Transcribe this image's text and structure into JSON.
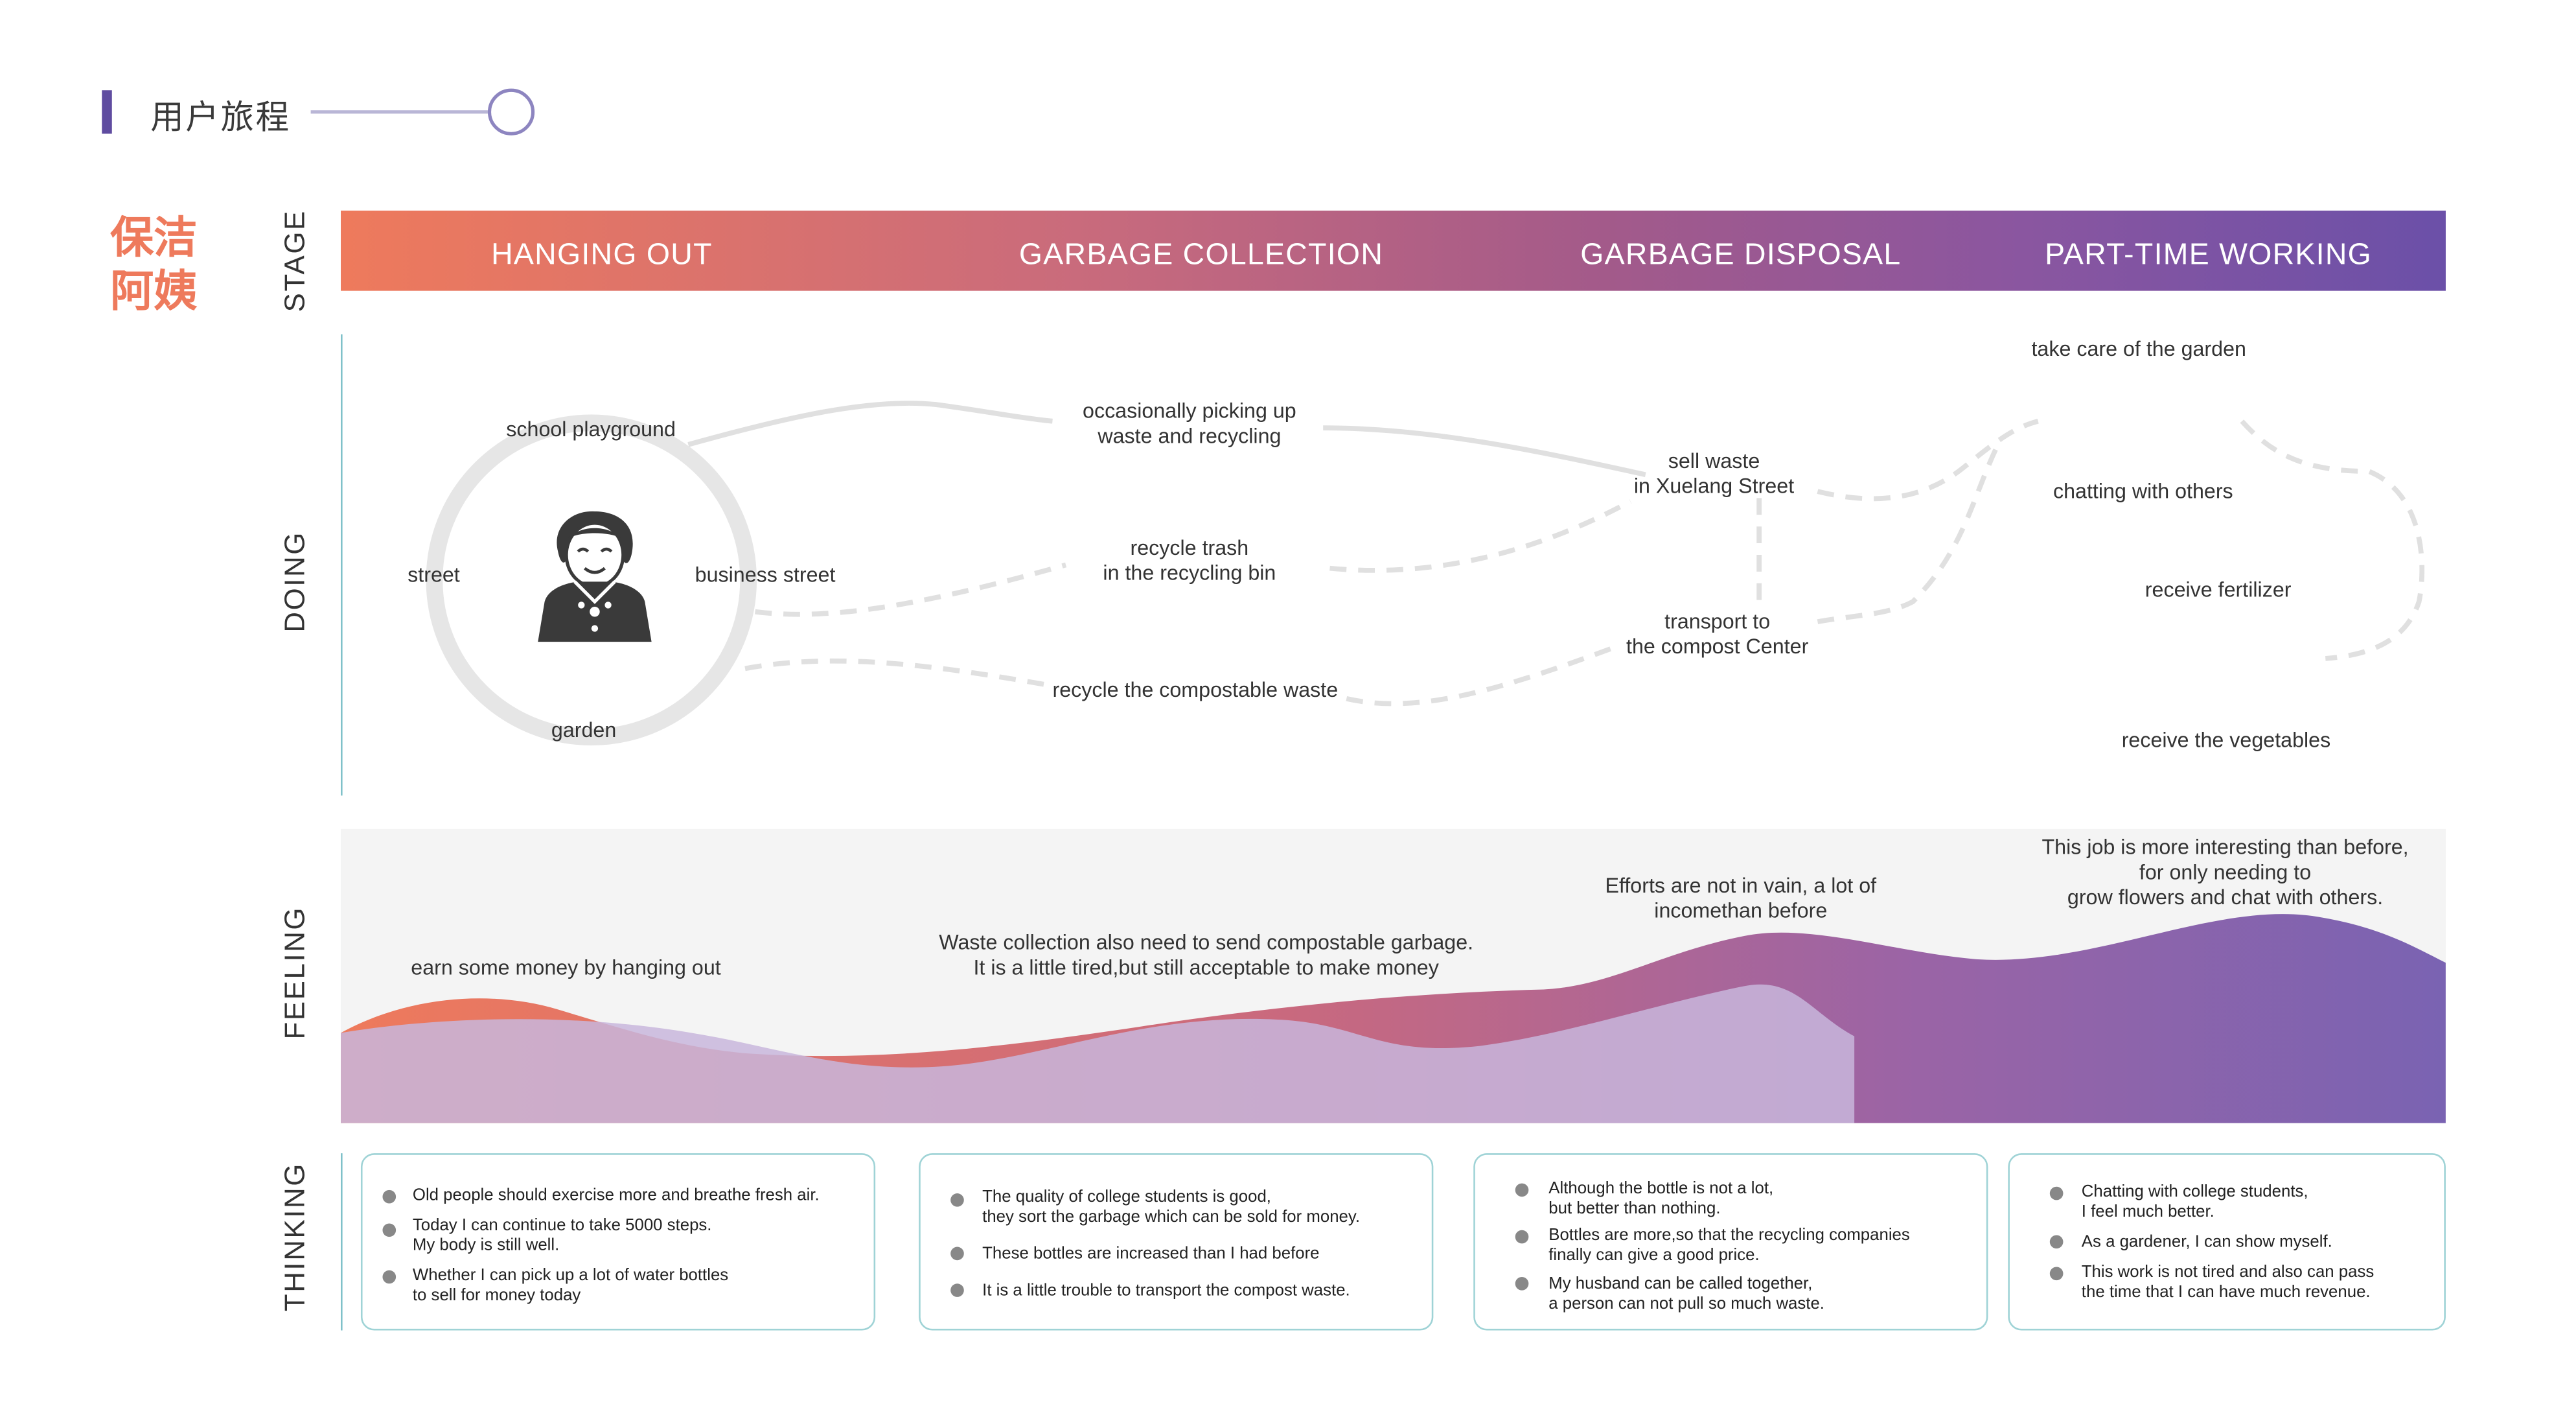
{
  "header": {
    "title": "用户旅程"
  },
  "persona": {
    "name": "保洁阿姨"
  },
  "rows": {
    "stage": "STAGE",
    "doing": "DOING",
    "feeling": "FEELING",
    "thinking": "THINKING"
  },
  "stages": [
    "HANGING OUT",
    "GARBAGE COLLECTION",
    "GARBAGE DISPOSAL",
    "PART-TIME WORKING"
  ],
  "doing": {
    "school_playground": "school playground",
    "street": "street",
    "business_street": "business street",
    "garden": "garden",
    "picking_up": "occasionally picking up\nwaste and recycling",
    "recycle_trash": "recycle trash\nin the recycling bin",
    "compostable": "recycle the compostable waste",
    "sell_waste": "sell waste\nin Xuelang Street",
    "transport": "transport to\nthe compost Center",
    "garden_care": "take care of the garden",
    "chatting": "chatting with others",
    "fertilizer": "receive fertilizer",
    "vegetables": "receive the vegetables"
  },
  "feeling": {
    "f1": "earn some money by hanging out",
    "f2": "Waste collection also need to send compostable garbage.\nIt is a little tired,but still acceptable to make money",
    "f3": "Efforts are not in vain, a lot of\nincomethan before",
    "f4": "This job is more interesting than before,\nfor only needing to\ngrow flowers and chat with others."
  },
  "thinking": [
    [
      "Old people should exercise more and breathe fresh air.",
      "Today I can continue to take 5000 steps.\nMy body is still well.",
      "Whether I can pick up a lot of water bottles\nto sell for money today"
    ],
    [
      "The quality of college students is good,\nthey sort the garbage which can be sold for money.",
      "These bottles are increased than I had before",
      "It is a little trouble to transport the compost waste."
    ],
    [
      "Although the bottle is not a lot,\nbut better than nothing.",
      "Bottles are more,so that the recycling companies\nfinally can give a good price.",
      "My husband can be called together,\na person can not pull so much waste."
    ],
    [
      "Chatting with college students,\nI feel much better.",
      "As a gardener, I can show myself.",
      "This work is not tired and also can pass\nthe time that I can have much revenue."
    ]
  ],
  "colors": {
    "accent_orange": "#ee7a5c",
    "accent_purple": "#6b50a8",
    "card_border": "#9fd3d6"
  },
  "icons": {
    "persona": "cleaner-woman-icon"
  }
}
